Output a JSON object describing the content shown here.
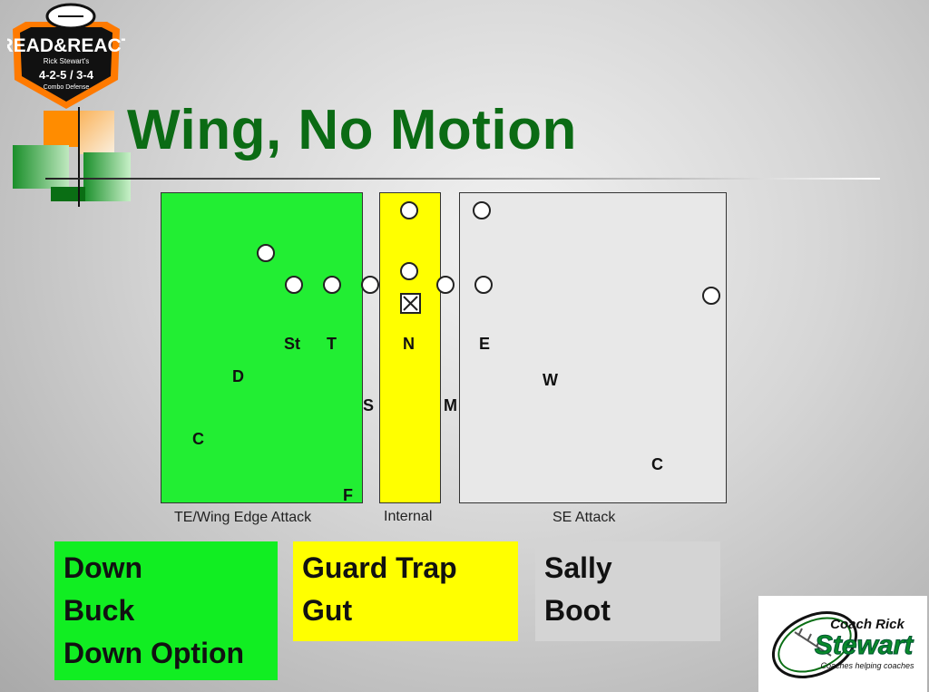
{
  "logo_top": {
    "title": "READ&REACT",
    "byline": "Rick Stewart's",
    "scheme": "4-2-5 / 3-4",
    "sub": "Combo Defense"
  },
  "slide": {
    "title": "Wing, No Motion"
  },
  "zones": {
    "left_label": "TE/Wing Edge Attack",
    "middle_label": "Internal",
    "right_label": "SE Attack"
  },
  "defenders": {
    "st": "St",
    "t": "T",
    "n": "N",
    "e": "E",
    "d": "D",
    "c_left": "C",
    "s": "S",
    "m": "M",
    "w": "W",
    "c_right": "C",
    "f": "F"
  },
  "plays": {
    "green": [
      "Down",
      "Buck",
      "Down Option"
    ],
    "yellow": [
      "Guard Trap",
      "Gut"
    ],
    "grey": [
      "Sally",
      "Boot"
    ]
  },
  "logo_bottom": {
    "name_top": "Coach Rick",
    "name_main": "Stewart",
    "tagline": "Coaches helping coaches"
  },
  "colors": {
    "title": "#0b6b14",
    "zone_green": "#22ee33",
    "zone_yellow": "#ffff00",
    "zone_grey": "#e8e8e8",
    "accent_orange": "#ff8c00"
  }
}
